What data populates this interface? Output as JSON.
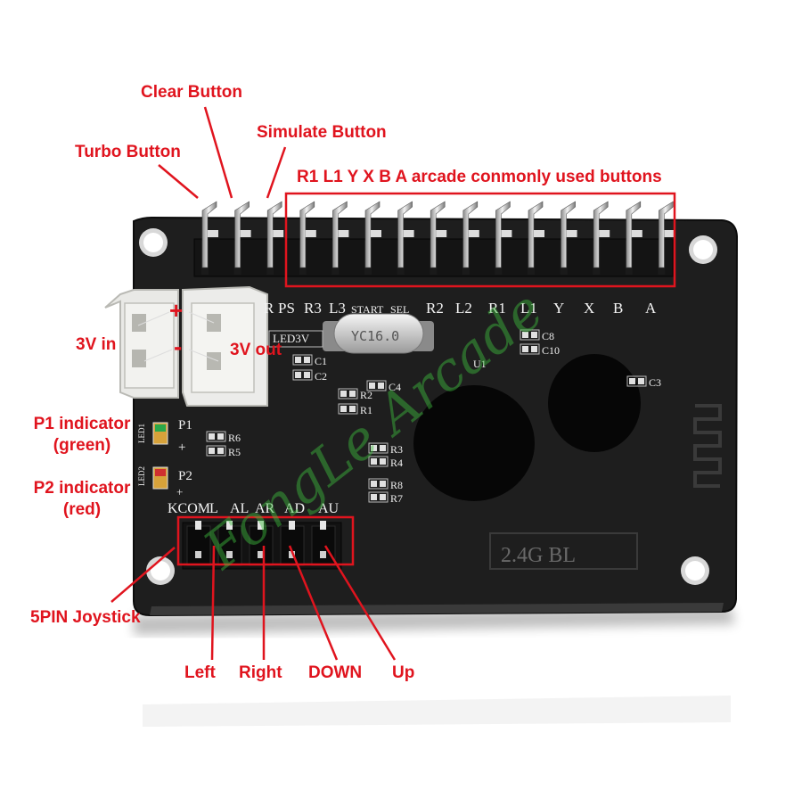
{
  "labels": {
    "clear_button": "Clear Button",
    "simulate_button": "Simulate Button",
    "turbo_button": "Turbo Button",
    "arcade_buttons": "R1 L1 Y X B A arcade conmonly used buttons",
    "v3_in": "3V in",
    "v3_out": "3V out",
    "p1_indicator": "P1 indicator",
    "p1_color": "(green)",
    "p2_indicator": "P2 indicator",
    "p2_color": "(red)",
    "five_pin": "5PIN Joystick",
    "left": "Left",
    "right": "Right",
    "down": "DOWN",
    "up": "Up"
  },
  "board": {
    "pin_labels": [
      "R",
      "PS",
      "R3",
      "L3",
      "START",
      "SEL",
      "R2",
      "L2",
      "R1",
      "L1",
      "Y",
      "X",
      "B",
      "A"
    ],
    "crystal": "YC16.0",
    "led_label": "LED3V",
    "plus": "+",
    "minus": "-",
    "p1": "P1",
    "p2": "P2",
    "led1": "LED1",
    "led2": "LED2",
    "joy_labels": [
      "KCOM",
      "L",
      "AL",
      "AR",
      "AD",
      "AU"
    ],
    "components": [
      "C1",
      "C2",
      "C4",
      "R2",
      "R1",
      "R6",
      "R5",
      "R3",
      "R4",
      "R8",
      "R7",
      "C8",
      "C10",
      "C3",
      "U1"
    ],
    "module": "2.4G BL",
    "watermark": "FongLe Arcade"
  },
  "colors": {
    "label_red": "#e0141e",
    "label_green": "#1cb52c",
    "board": "#1e1e1e"
  }
}
